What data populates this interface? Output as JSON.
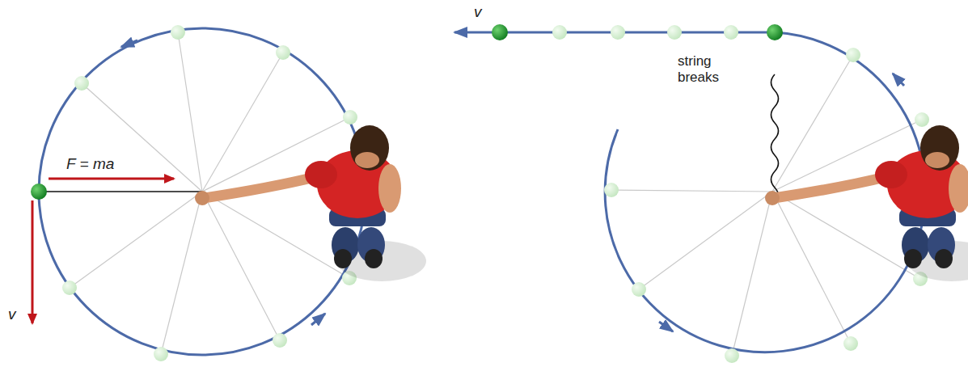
{
  "diagram": {
    "labels": [
      "F = ma",
      "v",
      "v",
      "string breaks"
    ]
  }
}
